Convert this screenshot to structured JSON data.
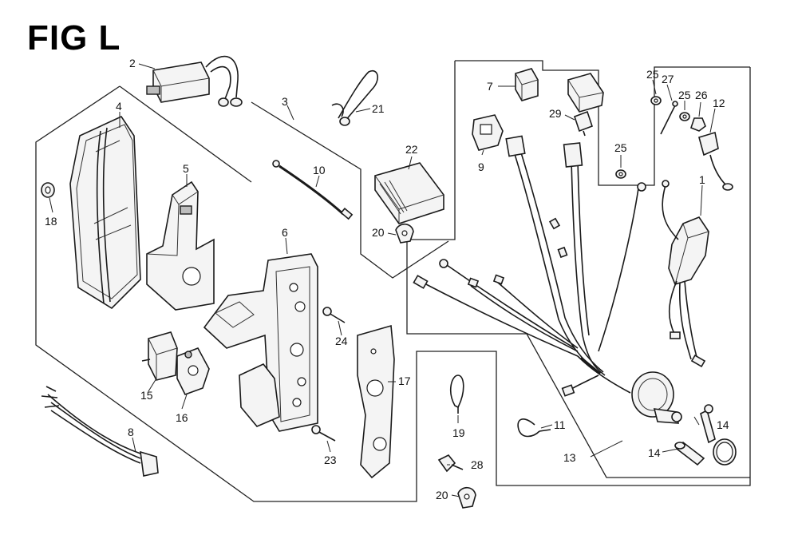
{
  "title": "FIG L",
  "callouts": [
    {
      "id": "c2",
      "text": "2"
    },
    {
      "id": "c3",
      "text": "3"
    },
    {
      "id": "c4",
      "text": "4"
    },
    {
      "id": "c5",
      "text": "5"
    },
    {
      "id": "c6",
      "text": "6"
    },
    {
      "id": "c7",
      "text": "7"
    },
    {
      "id": "c8",
      "text": "8"
    },
    {
      "id": "c9",
      "text": "9"
    },
    {
      "id": "c10",
      "text": "10"
    },
    {
      "id": "c11",
      "text": "11"
    },
    {
      "id": "c12",
      "text": "12"
    },
    {
      "id": "c13",
      "text": "13"
    },
    {
      "id": "c14a",
      "text": "14"
    },
    {
      "id": "c14b",
      "text": "14"
    },
    {
      "id": "c15",
      "text": "15"
    },
    {
      "id": "c16",
      "text": "16"
    },
    {
      "id": "c17",
      "text": "17"
    },
    {
      "id": "c18",
      "text": "18"
    },
    {
      "id": "c19",
      "text": "19"
    },
    {
      "id": "c20a",
      "text": "20"
    },
    {
      "id": "c20b",
      "text": "20"
    },
    {
      "id": "c21",
      "text": "21"
    },
    {
      "id": "c22",
      "text": "22"
    },
    {
      "id": "c23",
      "text": "23"
    },
    {
      "id": "c24",
      "text": "24"
    },
    {
      "id": "c25a",
      "text": "25"
    },
    {
      "id": "c25b",
      "text": "25"
    },
    {
      "id": "c25c",
      "text": "25"
    },
    {
      "id": "c26",
      "text": "26"
    },
    {
      "id": "c27",
      "text": "27"
    },
    {
      "id": "c28",
      "text": "28"
    },
    {
      "id": "c29",
      "text": "29"
    },
    {
      "id": "c1",
      "text": "1"
    }
  ]
}
